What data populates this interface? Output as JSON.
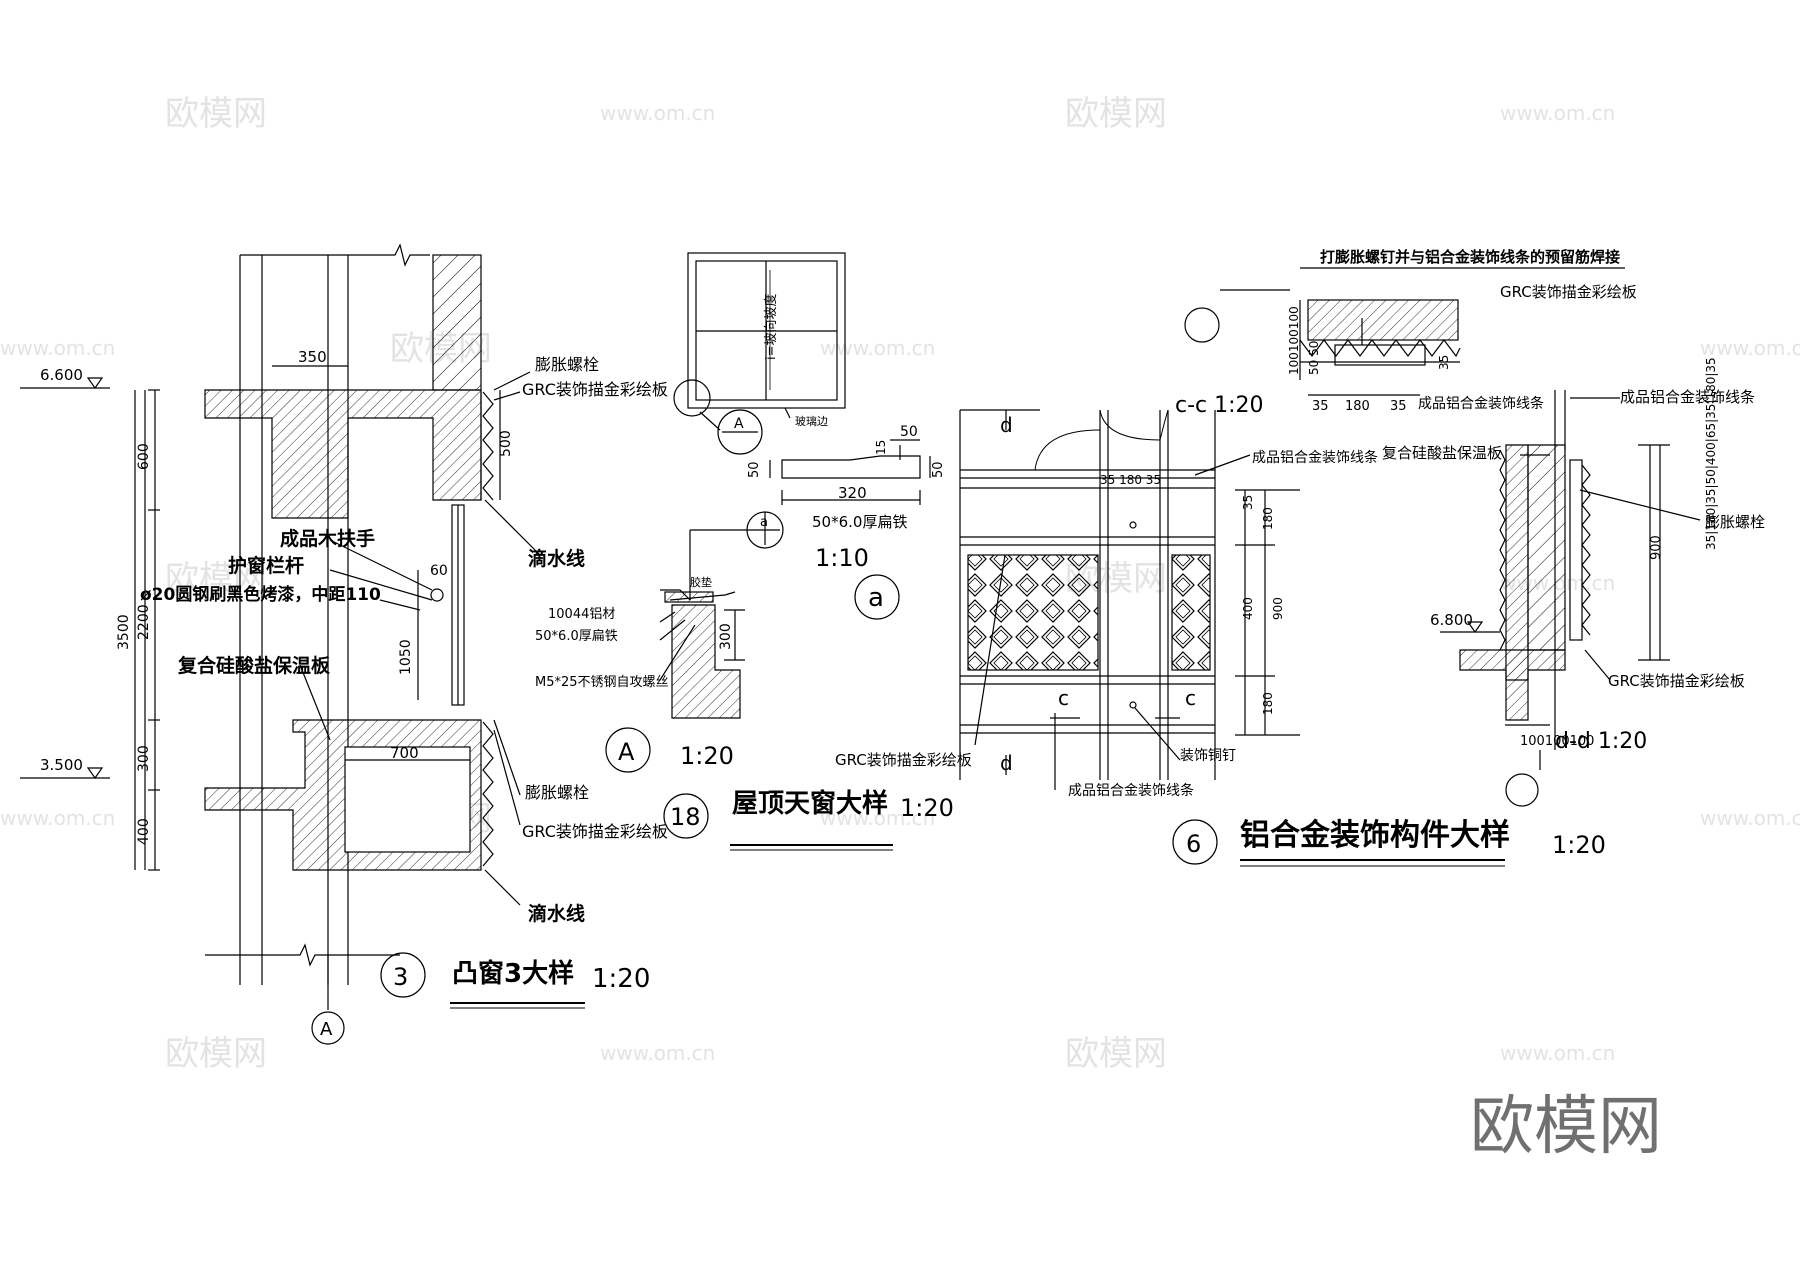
{
  "watermark": {
    "brand": "欧模网",
    "site": "www.om.cn"
  },
  "detail3": {
    "circle_num": "3",
    "title": "凸窗3大样",
    "scale": "1:20",
    "axis": "A",
    "elev_top": "6.600",
    "elev_bot": "3.500",
    "dim_350": "350",
    "dim_500": "500",
    "dim_700": "700",
    "dim_60": "60",
    "dim_1050": "1050",
    "dim_600": "600",
    "dim_2200": "2200",
    "dim_3500": "3500",
    "dim_300": "300",
    "dim_400": "400",
    "label_bolt_top": "膨胀螺栓",
    "label_grc_top": "GRC装饰描金彩绘板",
    "label_drip_top": "滴水线",
    "label_handrail": "成品木扶手",
    "label_rail_bar": "护窗栏杆",
    "label_steel": "ø20圆钢刷黑色烤漆，中距110",
    "label_insulation": "复合硅酸盐保温板",
    "label_bolt_bot": "膨胀螺栓",
    "label_grc_bot": "GRC装饰描金彩绘板",
    "label_drip_bot": "滴水线"
  },
  "detail18": {
    "circle_num": "18",
    "title": "屋顶天窗大样",
    "scale": "1:20",
    "plan_ref": "A",
    "plan_slope": "i=坡向坡度",
    "plan_glass": "玻璃边",
    "a_dim_15": "15",
    "a_dim_50_top": "50",
    "a_dim_50_left": "50",
    "a_dim_50_right": "50",
    "a_dim_320": "320",
    "a_note": "50*6.0厚扁铁",
    "a_scale": "1:10",
    "a_ref": "a",
    "A_ref_top": "a",
    "A_glue": "胶垫",
    "A_al": "10044铝材",
    "A_flat": "50*6.0厚扁铁",
    "A_screw": "M5*25不锈钢自攻螺丝",
    "A_dim_300": "300",
    "A_circle": "A",
    "A_scale": "1:20"
  },
  "detail6": {
    "circle_num": "6",
    "title": "铝合金装饰构件大样",
    "scale": "1:20",
    "top_note": "打膨胀螺钉并与铝合金装饰线条的预留筋焊接",
    "cc_grc": "GRC装饰描金彩绘板",
    "cc_line": "成品铝合金装饰线条",
    "cc_dim_35a": "35",
    "cc_dim_180": "180",
    "cc_dim_35b": "35",
    "cc_dims_left": "100100100",
    "cc_dims_left2": "50 50",
    "cc_dim_35r": "35",
    "cc_title": "c-c  1:20",
    "el_d_top": "d",
    "el_d_bot": "d",
    "el_c_left": "c",
    "el_c_right": "c",
    "el_top_dims": "35 180 35",
    "el_line_label": "成品铝合金装饰线条",
    "el_grc_label": "GRC装饰描金彩绘板",
    "el_line_label2": "成品铝合金装饰线条",
    "el_nail": "装饰铜钉",
    "el_dim_35": "35",
    "el_dim_180a": "180",
    "el_dim_400": "400",
    "el_dim_900": "900",
    "el_dim_180b": "180",
    "dd_line": "成品铝合金装饰线条",
    "dd_insul": "复合硅酸盐保温板",
    "dd_bolt": "膨胀螺栓",
    "dd_grc": "GRC装饰描金彩绘板",
    "dd_elev": "6.800",
    "dd_dims_v": "35|180|35|50|400|65|35|180|35",
    "dd_dim_900": "900",
    "dd_bottom": "100100100",
    "dd_title": "d-d  1:20"
  }
}
